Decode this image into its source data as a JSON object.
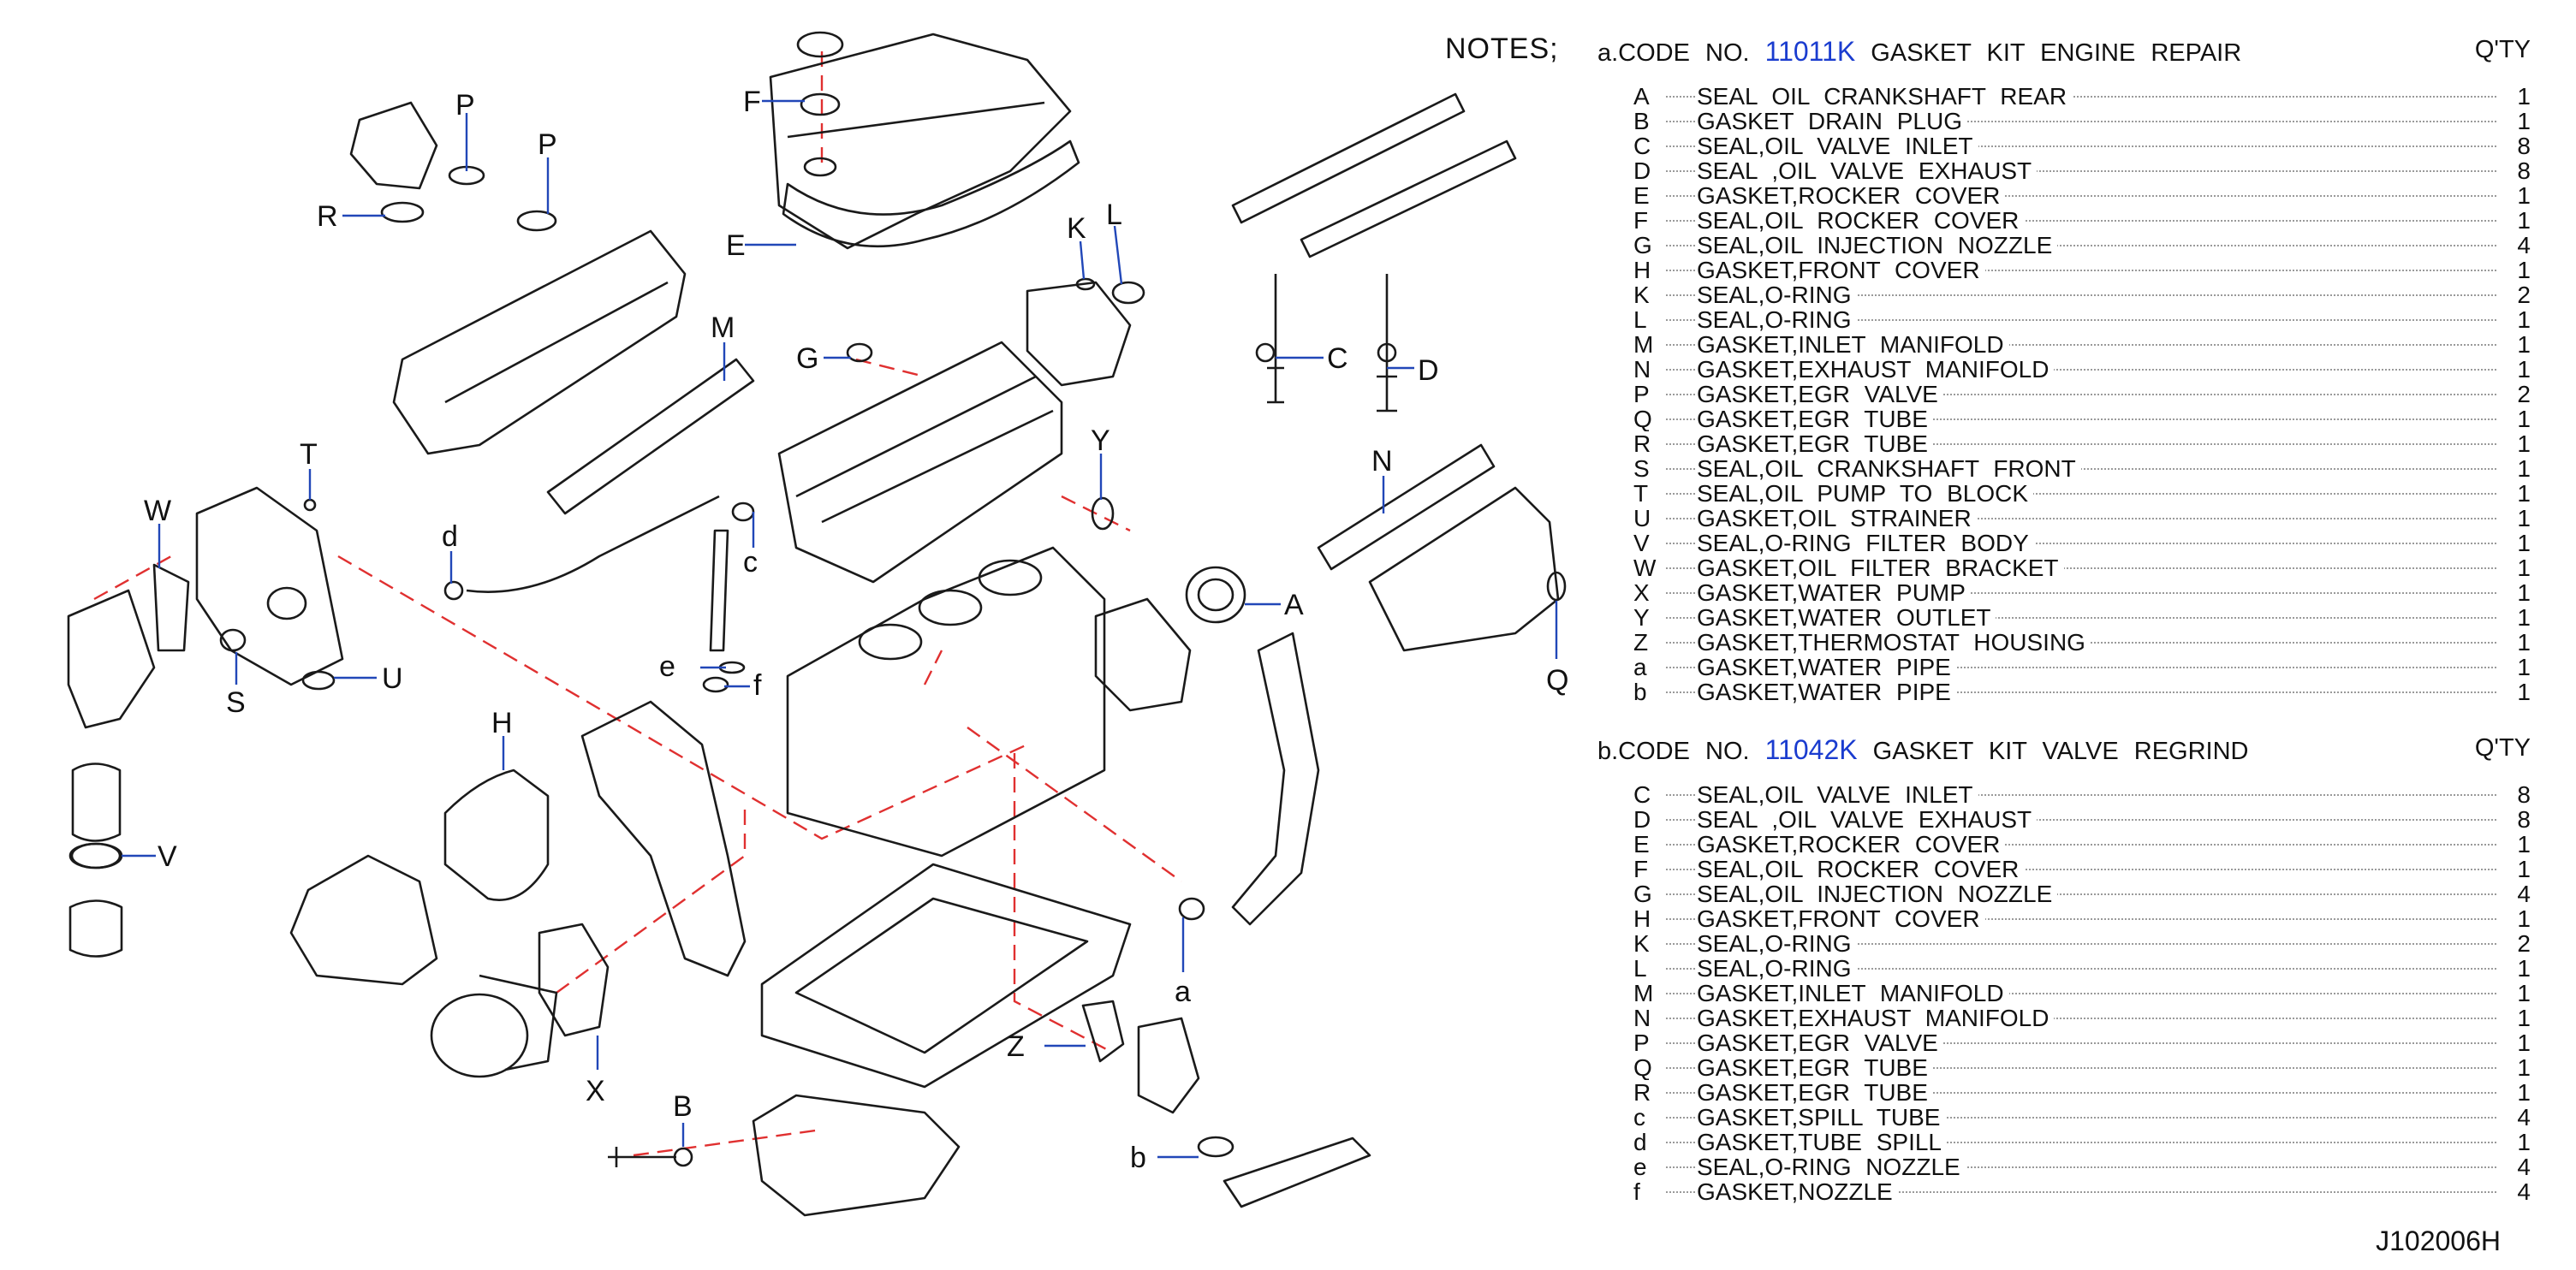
{
  "notes_title": "NOTES;",
  "kit_a": {
    "prefix": "a.CODE  NO.",
    "code": "11011K",
    "title": "GASKET  KIT  ENGINE  REPAIR",
    "qty_header": "Q'TY",
    "items": [
      {
        "key": "A",
        "name": "SEAL  OIL  CRANKSHAFT  REAR",
        "qty": "1"
      },
      {
        "key": "B",
        "name": "GASKET  DRAIN  PLUG",
        "qty": "1"
      },
      {
        "key": "C",
        "name": "SEAL,OIL  VALVE  INLET",
        "qty": "8"
      },
      {
        "key": "D",
        "name": "SEAL  ,OIL  VALVE  EXHAUST",
        "qty": "8"
      },
      {
        "key": "E",
        "name": "GASKET,ROCKER  COVER",
        "qty": "1"
      },
      {
        "key": "F",
        "name": "SEAL,OIL  ROCKER  COVER",
        "qty": "1"
      },
      {
        "key": "G",
        "name": "SEAL,OIL  INJECTION  NOZZLE",
        "qty": "4"
      },
      {
        "key": "H",
        "name": "GASKET,FRONT  COVER",
        "qty": "1"
      },
      {
        "key": "K",
        "name": "SEAL,O-RING",
        "qty": "2"
      },
      {
        "key": "L",
        "name": "SEAL,O-RING",
        "qty": "1"
      },
      {
        "key": "M",
        "name": "GASKET,INLET  MANIFOLD",
        "qty": "1"
      },
      {
        "key": "N",
        "name": "GASKET,EXHAUST  MANIFOLD",
        "qty": "1"
      },
      {
        "key": "P",
        "name": "GASKET,EGR  VALVE",
        "qty": "2"
      },
      {
        "key": "Q",
        "name": "GASKET,EGR  TUBE",
        "qty": "1"
      },
      {
        "key": "R",
        "name": "GASKET,EGR  TUBE",
        "qty": "1"
      },
      {
        "key": "S",
        "name": "SEAL,OIL  CRANKSHAFT  FRONT",
        "qty": "1"
      },
      {
        "key": "T",
        "name": "SEAL,OIL  PUMP  TO  BLOCK",
        "qty": "1"
      },
      {
        "key": "U",
        "name": "GASKET,OIL  STRAINER",
        "qty": "1"
      },
      {
        "key": "V",
        "name": "SEAL,O-RING  FILTER  BODY",
        "qty": "1"
      },
      {
        "key": "W",
        "name": "GASKET,OIL  FILTER  BRACKET",
        "qty": "1"
      },
      {
        "key": "X",
        "name": "GASKET,WATER  PUMP",
        "qty": "1"
      },
      {
        "key": "Y",
        "name": "GASKET,WATER  OUTLET",
        "qty": "1"
      },
      {
        "key": "Z",
        "name": "GASKET,THERMOSTAT  HOUSING",
        "qty": "1"
      },
      {
        "key": "a",
        "name": "GASKET,WATER  PIPE",
        "qty": "1"
      },
      {
        "key": "b",
        "name": "GASKET,WATER  PIPE",
        "qty": "1"
      }
    ]
  },
  "kit_b": {
    "prefix": "b.CODE  NO.",
    "code": "11042K",
    "title": "GASKET  KIT  VALVE  REGRIND",
    "qty_header": "Q'TY",
    "items": [
      {
        "key": "C",
        "name": "SEAL,OIL  VALVE  INLET",
        "qty": "8"
      },
      {
        "key": "D",
        "name": "SEAL  ,OIL  VALVE  EXHAUST",
        "qty": "8"
      },
      {
        "key": "E",
        "name": "GASKET,ROCKER  COVER",
        "qty": "1"
      },
      {
        "key": "F",
        "name": "SEAL,OIL  ROCKER  COVER",
        "qty": "1"
      },
      {
        "key": "G",
        "name": "SEAL,OIL  INJECTION  NOZZLE",
        "qty": "4"
      },
      {
        "key": "H",
        "name": "GASKET,FRONT  COVER",
        "qty": "1"
      },
      {
        "key": "K",
        "name": "SEAL,O-RING",
        "qty": "2"
      },
      {
        "key": "L",
        "name": "SEAL,O-RING",
        "qty": "1"
      },
      {
        "key": "M",
        "name": "GASKET,INLET  MANIFOLD",
        "qty": "1"
      },
      {
        "key": "N",
        "name": "GASKET,EXHAUST  MANIFOLD",
        "qty": "1"
      },
      {
        "key": "P",
        "name": "GASKET,EGR  VALVE",
        "qty": "1"
      },
      {
        "key": "Q",
        "name": "GASKET,EGR  TUBE",
        "qty": "1"
      },
      {
        "key": "R",
        "name": "GASKET,EGR  TUBE",
        "qty": "1"
      },
      {
        "key": "c",
        "name": "GASKET,SPILL  TUBE",
        "qty": "4"
      },
      {
        "key": "d",
        "name": "GASKET,TUBE  SPILL",
        "qty": "1"
      },
      {
        "key": "e",
        "name": "SEAL,O-RING  NOZZLE",
        "qty": "4"
      },
      {
        "key": "f",
        "name": "GASKET,NOZZLE",
        "qty": "4"
      }
    ]
  },
  "callouts": {
    "F": "F",
    "E": "E",
    "P1": "P",
    "P2": "P",
    "R": "R",
    "M": "M",
    "K": "K",
    "L": "L",
    "G": "G",
    "C": "C",
    "D": "D",
    "T": "T",
    "W": "W",
    "d": "d",
    "c": "c",
    "Y": "Y",
    "N": "N",
    "A": "A",
    "S": "S",
    "U": "U",
    "e": "e",
    "f": "f",
    "Q": "Q",
    "H": "H",
    "V": "V",
    "X": "X",
    "Z": "Z",
    "a": "a",
    "B": "B",
    "b": "b"
  },
  "doc_code": "J102006H"
}
